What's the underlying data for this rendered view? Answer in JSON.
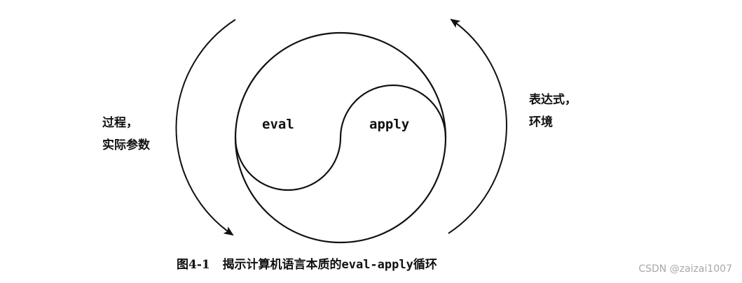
{
  "diagram": {
    "center_labels": {
      "eval": "eval",
      "apply": "apply"
    },
    "left_label": {
      "line1": "过程，",
      "line2": "实际参数"
    },
    "right_label": {
      "line1": "表达式，",
      "line2": "环境"
    }
  },
  "caption": {
    "figure_number": "图4-1",
    "text": "揭示计算机语言本质的",
    "code": "eval-apply",
    "suffix": "循环"
  },
  "watermark": "CSDN @zaizai1007",
  "colors": {
    "stroke": "#111111",
    "background": "#ffffff",
    "watermark": "#a8a8a8"
  }
}
